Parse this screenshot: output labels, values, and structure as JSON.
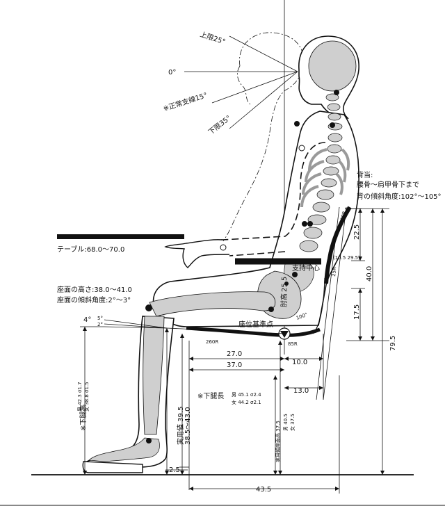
{
  "labels": {
    "gaze_up": "上限25°",
    "gaze_zero": "0°",
    "gaze_normal": "※正常支線15°",
    "gaze_down": "下限35°",
    "backrest_title": "背当:",
    "backrest_range": "腰骨～肩甲骨下まで",
    "backrest_angle": "背の傾斜角度:102°～105°",
    "table": "テーブル:68.0～70.0",
    "seat_height": "座面の高さ:38.0～41.0",
    "seat_angle": "座面の傾斜角度:2°～3°",
    "support_center": "支持中心",
    "seat_ref_point": "座位基準点",
    "elbow_height_label": "肘高",
    "elbow_height_value": "25.5",
    "angle_4": "4°",
    "angle_5": "5°",
    "angle_2": "2°",
    "angle_100": "100°",
    "radius_100r": "100R",
    "radius_25r": "25R",
    "radius_260r": "260R",
    "radius_85r": "85R",
    "coord": "(10.5 29.5)",
    "lower_leg_label": "※下腿長",
    "lower_leg_male": "男 45.1 σ2.4",
    "lower_leg_female": "女 44.2 σ2.1",
    "knee_height_label": "※下腿高",
    "knee_height_male": "男 42.3 σ1.7",
    "knee_height_female": "女 38.8 σ1.5",
    "practical_value": "実用値 39.5",
    "practical_range": "38.5～43.0",
    "practical_seat_height": "実用傾座面高 37.5",
    "practical_seat_male": "男 40.5",
    "practical_seat_female": "女 37.5"
  },
  "dimensions": {
    "d225": "22.5",
    "d400": "40.0",
    "d175": "17.5",
    "d795": "79.5",
    "d270": "27.0",
    "d100": "10.0",
    "d370": "37.0",
    "d130": "13.0",
    "d25": "2.5",
    "d435": "43.5"
  },
  "colors": {
    "ink": "#111111",
    "bone": "#cfcfcf",
    "body_fill": "#e8e8e8"
  }
}
